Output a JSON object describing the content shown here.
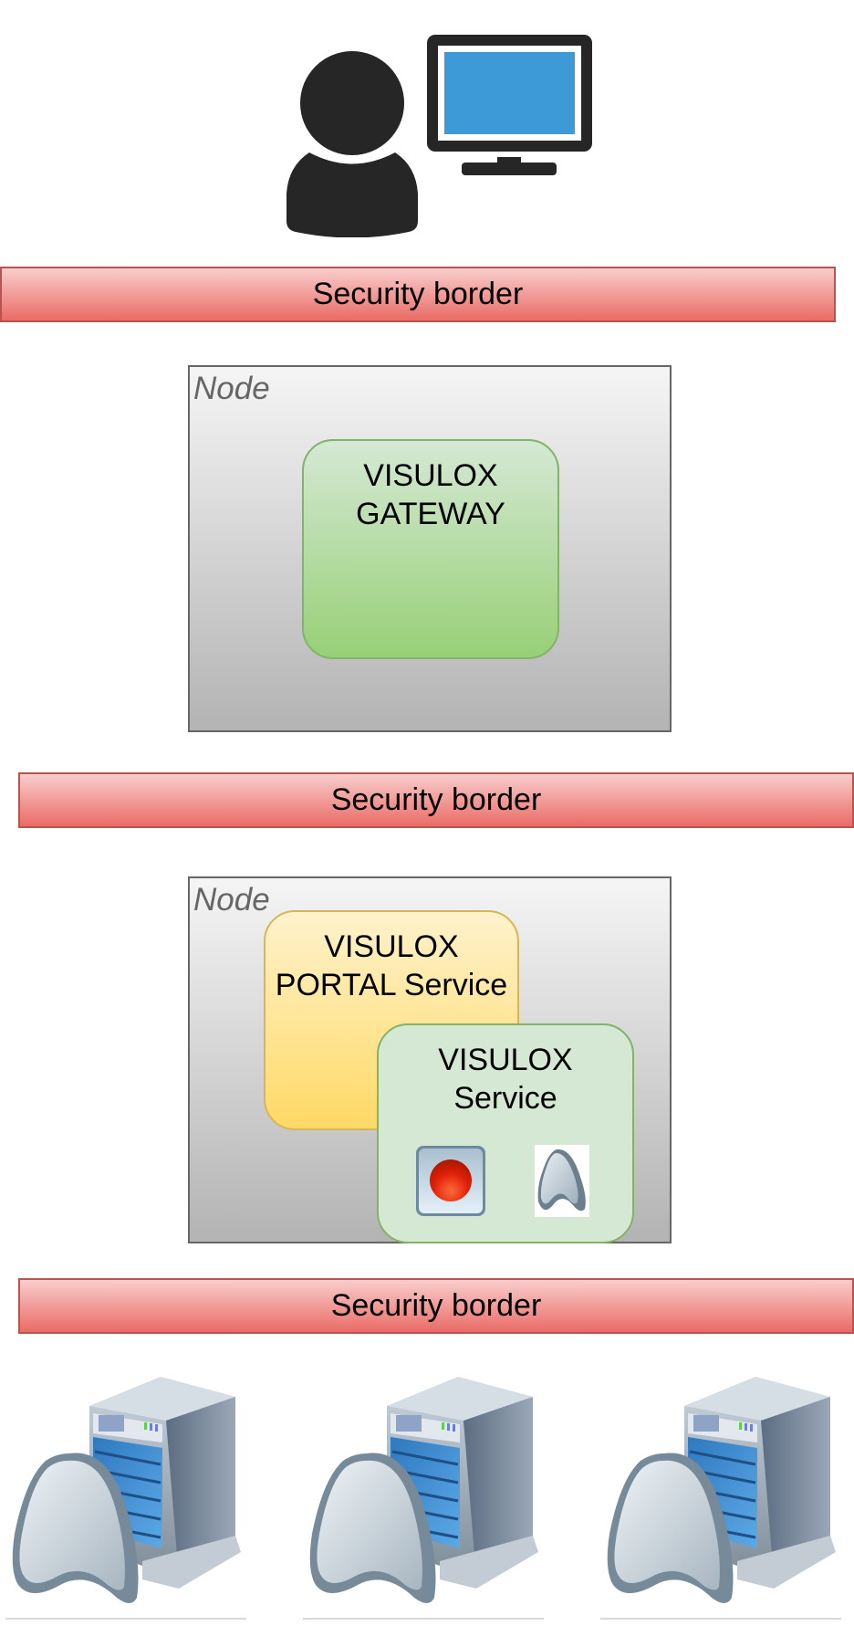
{
  "top": {
    "user_icon": "user-icon",
    "monitor_icon": "monitor-icon"
  },
  "security_borders": [
    {
      "label": "Security border"
    },
    {
      "label": "Security border"
    },
    {
      "label": "Security border"
    }
  ],
  "nodes": [
    {
      "label": "Node",
      "services": [
        {
          "name": "gateway",
          "lines": [
            "VISULOX",
            "GATEWAY"
          ]
        }
      ]
    },
    {
      "label": "Node",
      "services": [
        {
          "name": "portal",
          "lines": [
            "VISULOX",
            "PORTAL Service"
          ]
        },
        {
          "name": "service",
          "lines": [
            "VISULOX",
            "Service"
          ],
          "icons": [
            "record-icon",
            "app-arch-icon"
          ]
        }
      ]
    }
  ],
  "servers": [
    {
      "icon": "app-server-icon"
    },
    {
      "icon": "app-server-icon"
    },
    {
      "icon": "app-server-icon"
    }
  ],
  "colors": {
    "security_fill_top": "#f8cecc",
    "security_fill_bottom": "#ea6b66",
    "security_stroke": "#b85450",
    "node_fill_top": "#f5f5f5",
    "node_fill_bottom": "#b3b3b3",
    "node_stroke": "#666666",
    "gateway_fill_top": "#d5e8d4",
    "gateway_fill_bottom": "#97d077",
    "gateway_stroke": "#82b366",
    "portal_fill_top": "#fff2cc",
    "portal_fill_bottom": "#ffd966",
    "portal_stroke": "#d6b656",
    "service_fill": "#d5e8d4",
    "monitor_screen": "#3d9ad6",
    "icon_dark": "#262626"
  }
}
